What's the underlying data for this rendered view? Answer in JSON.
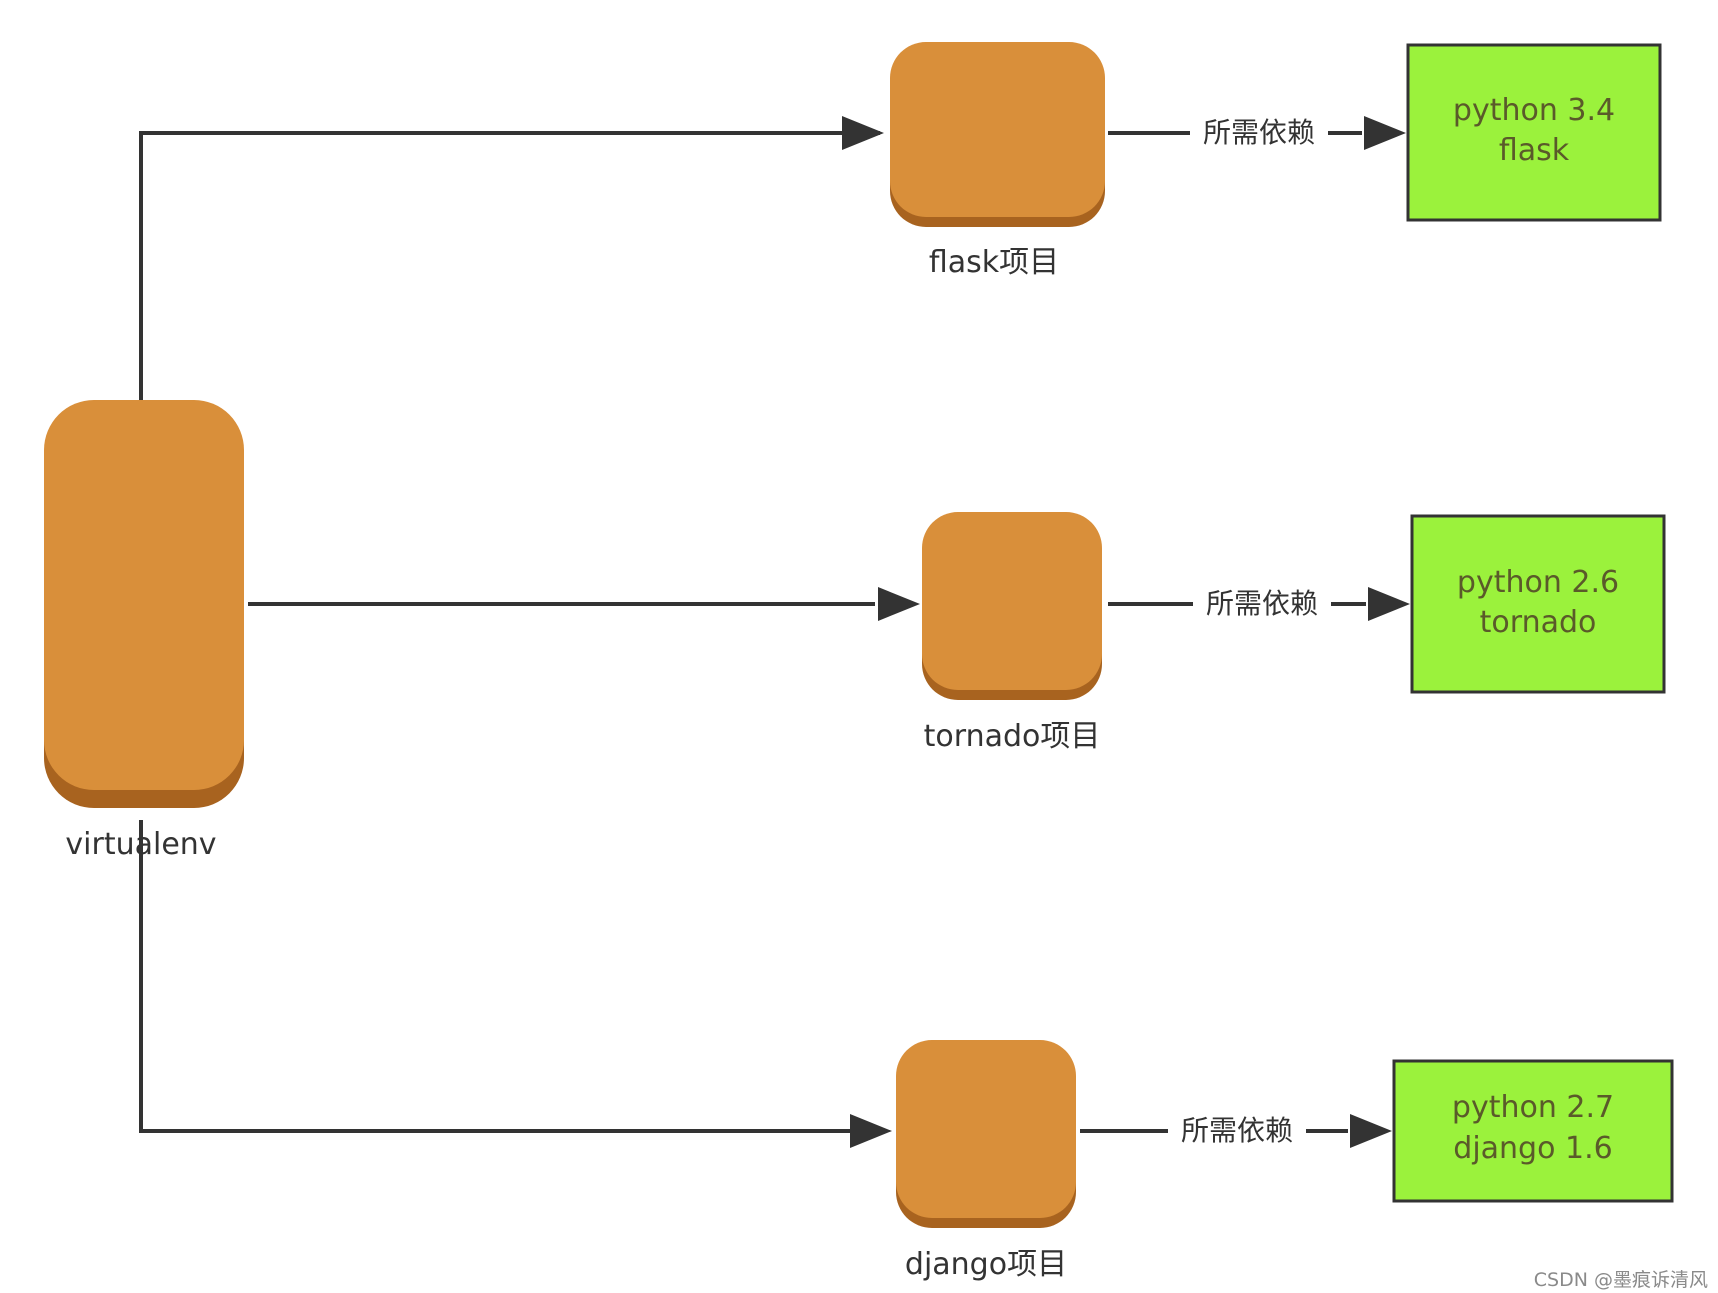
{
  "diagram": {
    "root": {
      "label": "virtualenv"
    },
    "projects": [
      {
        "label": "flask项目",
        "edge_label": "所需依赖",
        "deps": [
          "python 3.4",
          "flask"
        ]
      },
      {
        "label": "tornado项目",
        "edge_label": "所需依赖",
        "deps": [
          "python 2.6",
          "tornado"
        ]
      },
      {
        "label": "django项目",
        "edge_label": "所需依赖",
        "deps": [
          "python 2.7",
          "django 1.6"
        ]
      }
    ],
    "colors": {
      "node_fill": "#D98F3A",
      "node_shadow": "#A8631F",
      "dep_fill": "#9BF23C",
      "dep_stroke": "#333333",
      "line": "#333333"
    }
  },
  "watermark": "CSDN @墨痕诉清风"
}
